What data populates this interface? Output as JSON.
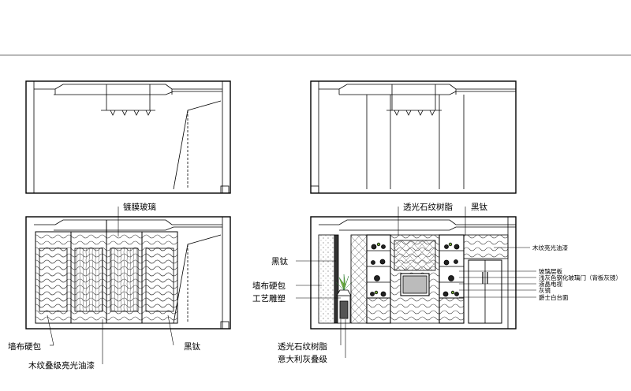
{
  "drawing": {
    "panels": [
      {
        "id": "top-left",
        "title": ""
      },
      {
        "id": "top-right",
        "title": ""
      },
      {
        "id": "bottom-left",
        "title": ""
      },
      {
        "id": "bottom-right",
        "title": ""
      }
    ],
    "labels_bottom_left": {
      "coated_glass": "镀膜玻璃",
      "wall_fabric": "墙布硬包",
      "wood_lacquer": "木纹叠级亮光油漆",
      "black_titanium": "黑钛"
    },
    "labels_bottom_right": {
      "translucent_stone_top": "透光石纹树脂",
      "black_titanium_top": "黑钛",
      "black_titanium_left": "黑钛",
      "wall_fabric": "墙布硬包",
      "craft_sculpture": "工艺雕塑",
      "translucent_stone_bottom": "透光石纹树脂",
      "italian_grey": "意大利灰叠级",
      "wood_lacquer_right": "木纹亮光油漆",
      "glass_shelf": "玻璃层板",
      "grey_door": "浅灰色钢化玻璃门（背板灰镜）",
      "lcd_tv": "液晶电视",
      "grey_mirror": "灰镜",
      "jazz_white": "爵士白台面"
    }
  }
}
